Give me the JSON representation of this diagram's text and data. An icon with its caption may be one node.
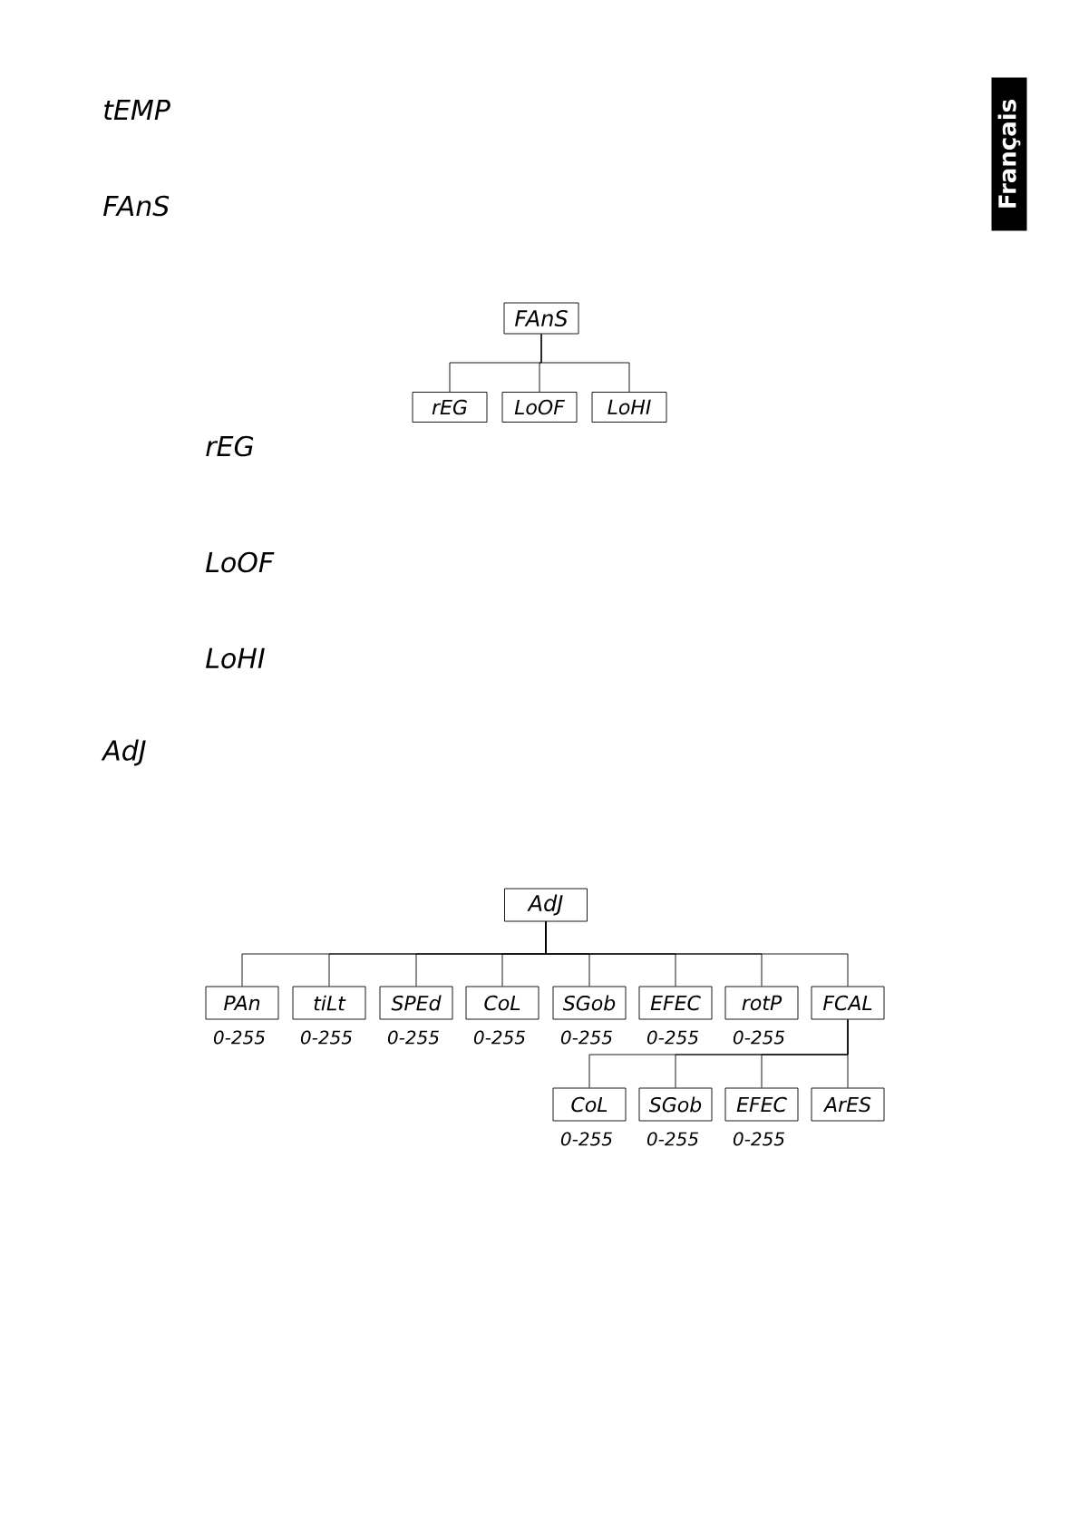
{
  "diagram": {
    "nodes": [
      {
        "text": [
          "FAnS"
        ]
      },
      {
        "text": [
          "rEG"
        ]
      },
      {
        "text": [
          "LoOF"
        ]
      },
      {
        "text": [
          "LoHI"
        ]
      },
      {
        "text": [
          "AdJ"
        ]
      },
      {
        "text": [
          "PAn"
        ],
        "beside": [
          "0-255"
        ]
      },
      {
        "text": [
          "tiLt"
        ],
        "beside": [
          "0-255"
        ]
      },
      {
        "text": [
          "SPEd"
        ],
        "beside": [
          "0-255"
        ]
      },
      {
        "text": [
          "CoL"
        ],
        "beside": [
          "0-255"
        ]
      },
      {
        "text": [
          "SGob"
        ],
        "beside": [
          "0-255"
        ]
      },
      {
        "text": [
          "EFEC"
        ],
        "beside": [
          "0-255"
        ]
      },
      {
        "text": [
          "rotP"
        ],
        "beside": [
          "0-255"
        ]
      },
      {
        "text": [
          "FCAL"
        ]
      },
      {
        "text": [
          "CoL"
        ],
        "beside": [
          "0-255"
        ]
      },
      {
        "text": [
          "SGob"
        ],
        "beside": [
          "0-255"
        ]
      },
      {
        "text": [
          "EFEC"
        ],
        "beside": [
          "0-255"
        ]
      },
      {
        "text": [
          "ArES"
        ]
      }
    ],
    "edges": [
      {
        "from": 0,
        "to": 1,
        "arrow": "none"
      },
      {
        "from": 0,
        "to": 2,
        "arrow": "none"
      },
      {
        "from": 0,
        "to": 3,
        "arrow": "none"
      },
      {
        "from": 4,
        "to": 5,
        "arrow": "none"
      },
      {
        "from": 4,
        "to": 6,
        "arrow": "none"
      },
      {
        "from": 4,
        "to": 7,
        "arrow": "none"
      },
      {
        "from": 4,
        "to": 8,
        "arrow": "none"
      },
      {
        "from": 4,
        "to": 9,
        "arrow": "none"
      },
      {
        "from": 4,
        "to": 10,
        "arrow": "none"
      },
      {
        "from": 4,
        "to": 11,
        "arrow": "none"
      },
      {
        "from": 4,
        "to": 12,
        "arrow": "none"
      },
      {
        "from": 12,
        "to": 13,
        "arrow": "none"
      },
      {
        "from": 12,
        "to": 14,
        "arrow": "none"
      },
      {
        "from": 12,
        "to": 15,
        "arrow": "none"
      },
      {
        "from": 12,
        "to": 16,
        "arrow": "none"
      }
    ],
    "labels": [
      "Français",
      "tEMP",
      "FAnS",
      "rEG",
      "LoOF",
      "LoHI",
      "AdJ"
    ]
  }
}
